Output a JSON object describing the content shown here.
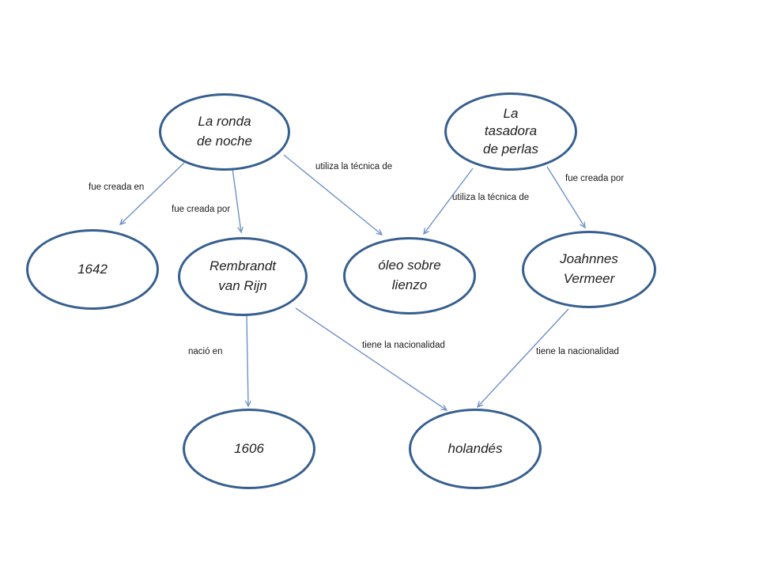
{
  "diagram": {
    "title": "knowledge-graph-paintings",
    "colors": {
      "background": "#ffffff",
      "node_border": "#365F8F",
      "node_text": "#1f1f1f",
      "arrow": "#7091C9",
      "edge_label_text": "#1a1a1a"
    },
    "nodes": [
      {
        "id": "la-ronda-de-noche",
        "label": "La ronda\nde noche"
      },
      {
        "id": "la-tasadora-de-perlas",
        "label": "La\ntasadora\nde perlas"
      },
      {
        "id": "1642",
        "label": "1642"
      },
      {
        "id": "rembrandt-van-rijn",
        "label": "Rembrandt\nvan Rijn"
      },
      {
        "id": "oleo-sobre-lienzo",
        "label": "óleo sobre\nlienzo"
      },
      {
        "id": "joahnnes-vermeer",
        "label": "Joahnnes\nVermeer"
      },
      {
        "id": "1606",
        "label": "1606"
      },
      {
        "id": "holandes",
        "label": "holandés"
      }
    ],
    "edges": [
      {
        "from": "la-ronda-de-noche",
        "to": "1642",
        "label": "fue creada en"
      },
      {
        "from": "la-ronda-de-noche",
        "to": "rembrandt-van-rijn",
        "label": "fue creada por"
      },
      {
        "from": "la-ronda-de-noche",
        "to": "oleo-sobre-lienzo",
        "label": "utiliza la técnica de"
      },
      {
        "from": "la-tasadora-de-perlas",
        "to": "oleo-sobre-lienzo",
        "label": "utiliza la técnica de"
      },
      {
        "from": "la-tasadora-de-perlas",
        "to": "joahnnes-vermeer",
        "label": "fue creada por"
      },
      {
        "from": "rembrandt-van-rijn",
        "to": "1606",
        "label": "nació en"
      },
      {
        "from": "rembrandt-van-rijn",
        "to": "holandes",
        "label": "tiene la nacionalidad"
      },
      {
        "from": "joahnnes-vermeer",
        "to": "holandes",
        "label": "tiene la nacionalidad"
      }
    ]
  }
}
